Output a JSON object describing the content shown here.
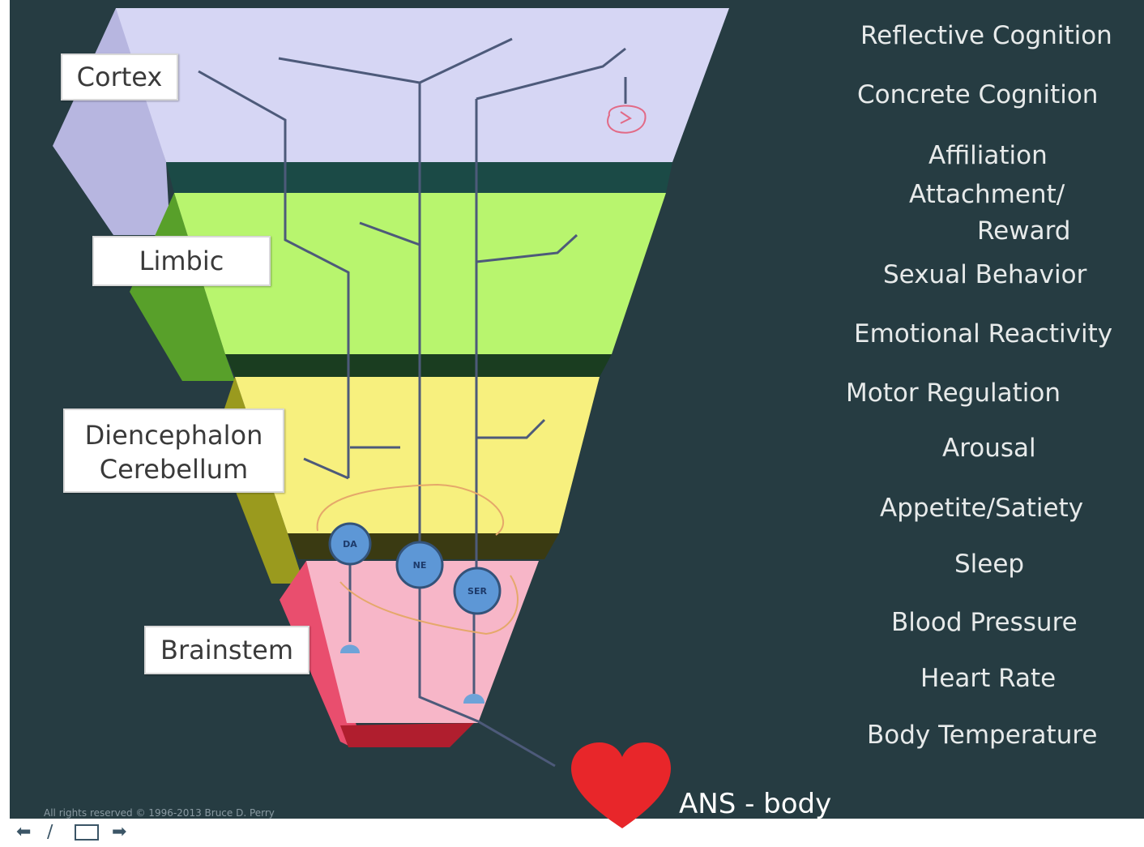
{
  "regions": {
    "cortex": "Cortex",
    "limbic": "Limbic",
    "diencephalon": "Diencephalon\nCerebellum",
    "brainstem": "Brainstem"
  },
  "neurotransmitters": {
    "da": "DA",
    "ne": "NE",
    "ser": "SER"
  },
  "functions": [
    "Reflective Cognition",
    "Concrete Cognition",
    "Affiliation",
    "Attachment/",
    "Reward",
    "Sexual Behavior",
    "Emotional Reactivity",
    "Motor Regulation",
    "Arousal",
    "Appetite/Satiety",
    "Sleep",
    "Blood Pressure",
    "Heart Rate",
    "Body Temperature"
  ],
  "ans_label": "ANS - body",
  "copyright": "All rights reserved © 1996-2013 Bruce D. Perry",
  "colors": {
    "background": "#263c42",
    "cortex": "#d6d6f4",
    "limbic": "#b8f56e",
    "diencephalon": "#f7f07e",
    "brainstem": "#f7b6c8",
    "heart": "#e8262a"
  },
  "icons": [
    "prev-arrow-icon",
    "pen-icon",
    "slides-icon",
    "next-arrow-icon"
  ]
}
